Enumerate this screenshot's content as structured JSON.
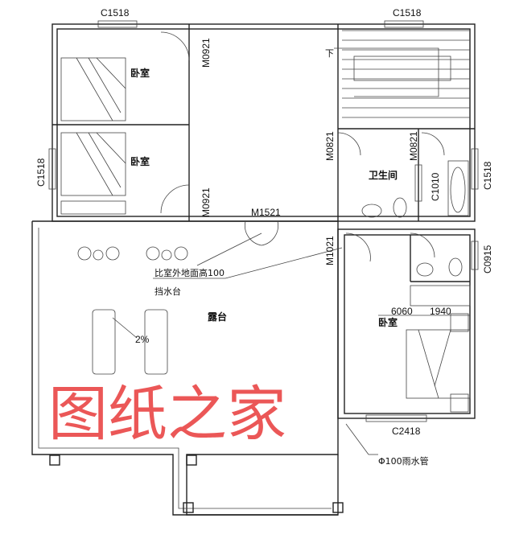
{
  "rooms": {
    "bedroom_1": "卧室",
    "bedroom_2": "卧室",
    "bedroom_3": "卧室",
    "bathroom": "卫生间",
    "terrace": "露台"
  },
  "windows": {
    "top_left": "C1518",
    "top_right": "C1518",
    "left": "C1518",
    "right_bath": "C1518",
    "bath_inner": "C1010",
    "right_small": "C0915",
    "bottom": "C2418"
  },
  "doors": {
    "bed1": "M0921",
    "bed2": "M0921",
    "terrace": "M1521",
    "bath_left": "M0821",
    "bath_right": "M0821",
    "bed3": "M1021"
  },
  "annotations": {
    "stair_down": "下",
    "height_note": "比室外地面高100",
    "water_stop": "挡水台",
    "slope": "2%",
    "dim_1": "6060",
    "dim_2": "1940",
    "drain_pipe": "Φ100雨水管"
  },
  "watermark": "图纸之家"
}
